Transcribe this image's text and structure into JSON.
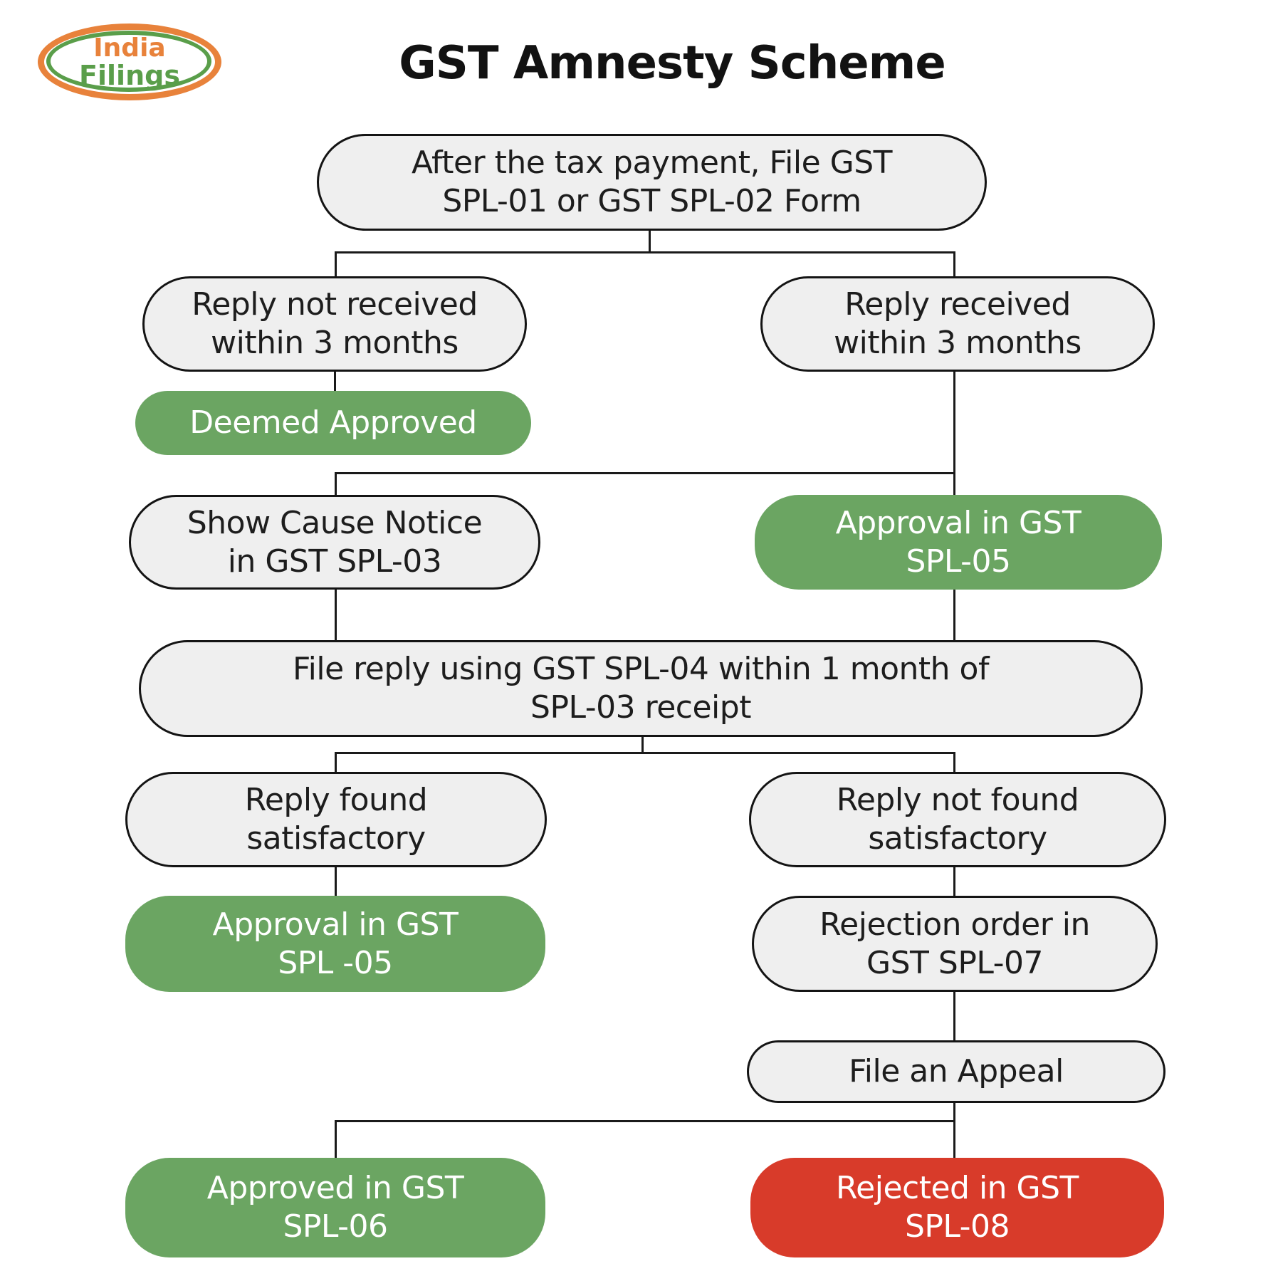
{
  "title": "GST Amnesty Scheme",
  "logo": {
    "line1": "India",
    "line2": "Filings"
  },
  "colors": {
    "background": "#ffffff",
    "node_gray_fill": "#efefef",
    "node_border": "#141414",
    "green": "#6BA562",
    "red": "#D83B2A",
    "text_dark": "#1d1d1d",
    "text_light": "#ffffff",
    "connector": "#1a1a1a",
    "logo_orange": "#E8823B",
    "logo_green": "#5A9E4A"
  },
  "nodes": [
    {
      "id": "start",
      "kind": "gray",
      "lines": [
        "After the tax payment, File GST",
        "SPL-01 or GST SPL-02 Form"
      ]
    },
    {
      "id": "reply-not-received",
      "kind": "gray",
      "lines": [
        "Reply not received",
        "within 3 months"
      ]
    },
    {
      "id": "reply-received",
      "kind": "gray",
      "lines": [
        "Reply received",
        "within 3 months"
      ]
    },
    {
      "id": "deemed-approved",
      "kind": "green",
      "lines": [
        "Deemed Approved"
      ]
    },
    {
      "id": "show-cause-notice",
      "kind": "gray",
      "lines": [
        "Show Cause Notice",
        "in GST SPL-03"
      ]
    },
    {
      "id": "approval-spl05",
      "kind": "green",
      "lines": [
        "Approval in GST",
        "SPL-05"
      ]
    },
    {
      "id": "file-reply-spl04",
      "kind": "gray",
      "lines": [
        "File reply using GST SPL-04 within 1 month of",
        "SPL-03 receipt"
      ]
    },
    {
      "id": "reply-found-satisfactory",
      "kind": "gray",
      "lines": [
        "Reply found",
        "satisfactory"
      ]
    },
    {
      "id": "reply-not-found-satisfactory",
      "kind": "gray",
      "lines": [
        "Reply not found",
        "satisfactory"
      ]
    },
    {
      "id": "approval-spl05-second",
      "kind": "green",
      "lines": [
        "Approval in GST",
        "SPL -05"
      ]
    },
    {
      "id": "rejection-order-spl07",
      "kind": "gray",
      "lines": [
        "Rejection order in",
        "GST SPL-07"
      ]
    },
    {
      "id": "file-an-appeal",
      "kind": "gray",
      "lines": [
        "File an Appeal"
      ]
    },
    {
      "id": "approved-spl06",
      "kind": "green",
      "lines": [
        "Approved in GST",
        "SPL-06"
      ]
    },
    {
      "id": "rejected-spl08",
      "kind": "red",
      "lines": [
        "Rejected in GST",
        "SPL-08"
      ]
    }
  ]
}
